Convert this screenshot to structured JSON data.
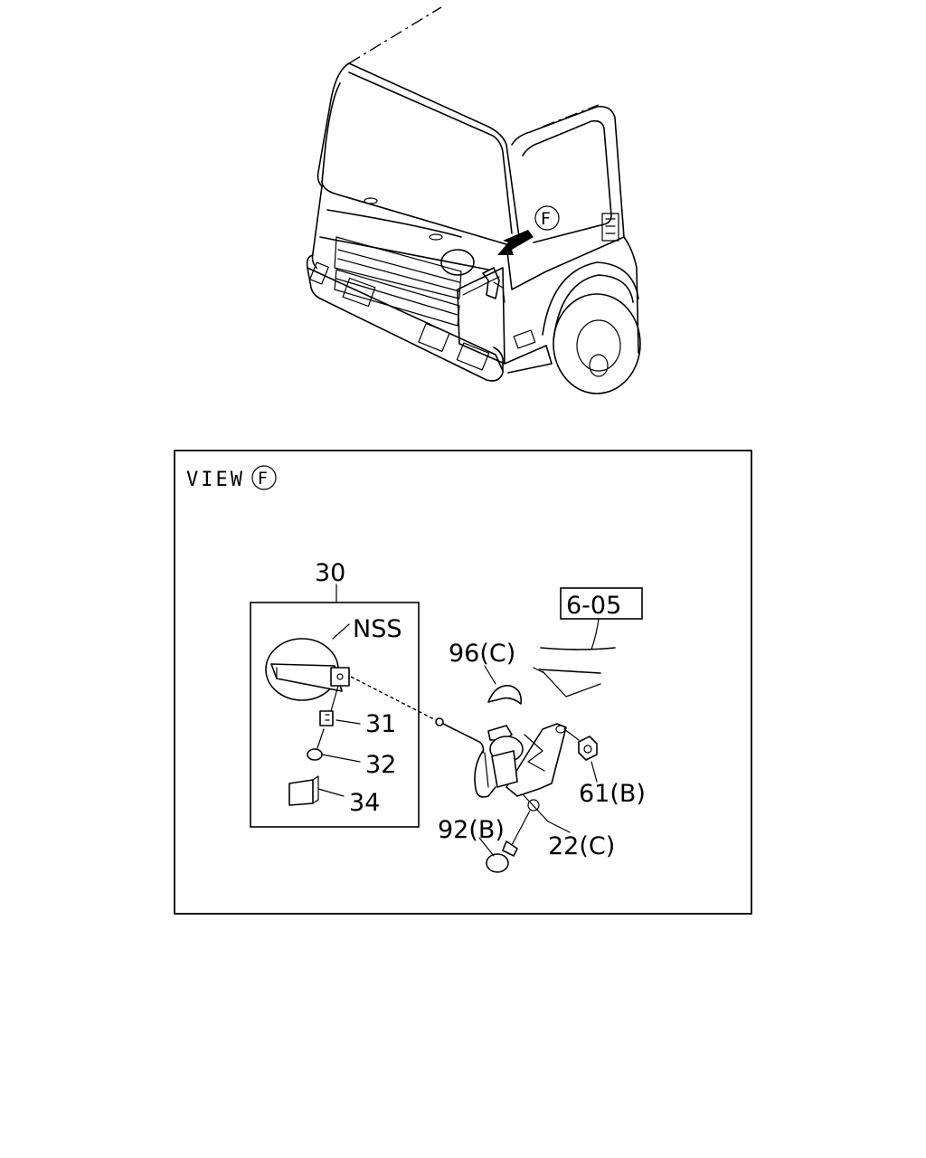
{
  "view": {
    "label": "VIEW",
    "marker": "F"
  },
  "cab_marker": "F",
  "callouts": {
    "c30": "30",
    "nss": "NSS",
    "c31": "31",
    "c32": "32",
    "c34": "34",
    "ref605": "6-05",
    "c96": "96(C)",
    "c61": "61(B)",
    "c92": "92(B)",
    "c22": "22(C)"
  }
}
